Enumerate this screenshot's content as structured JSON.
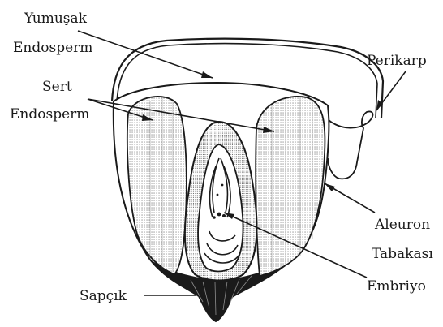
{
  "labels": {
    "soft_endosperm_1": "Yumuşak",
    "soft_endosperm_2": "Endosperm",
    "hard_endosperm_1": "Sert",
    "hard_endosperm_2": "Endosperm",
    "pericarp": "Perikarp",
    "aleurone_1": "Aleuron",
    "aleurone_2": "Tabakası",
    "embryo": "Embriyo",
    "tip_cap": "Sapçık"
  },
  "colors": {
    "ink": "#1a1a1a",
    "paper": "#ffffff",
    "stipple": "#9a9a9a"
  }
}
